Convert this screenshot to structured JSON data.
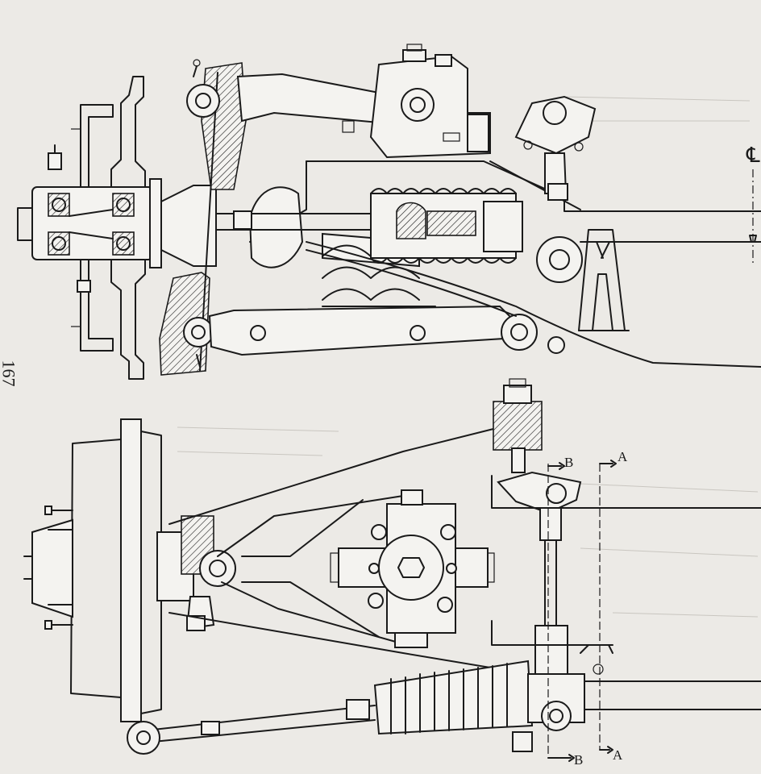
{
  "page": {
    "number": "167"
  },
  "labels": {
    "centerline": "℄",
    "section_b_top": "B",
    "section_a_top": "A",
    "section_b_bottom": "B",
    "section_a_bottom": "A"
  },
  "colors": {
    "paper": "#eceae6",
    "ink": "#1a1a1a",
    "bleed_through": "#c9c6c0"
  }
}
